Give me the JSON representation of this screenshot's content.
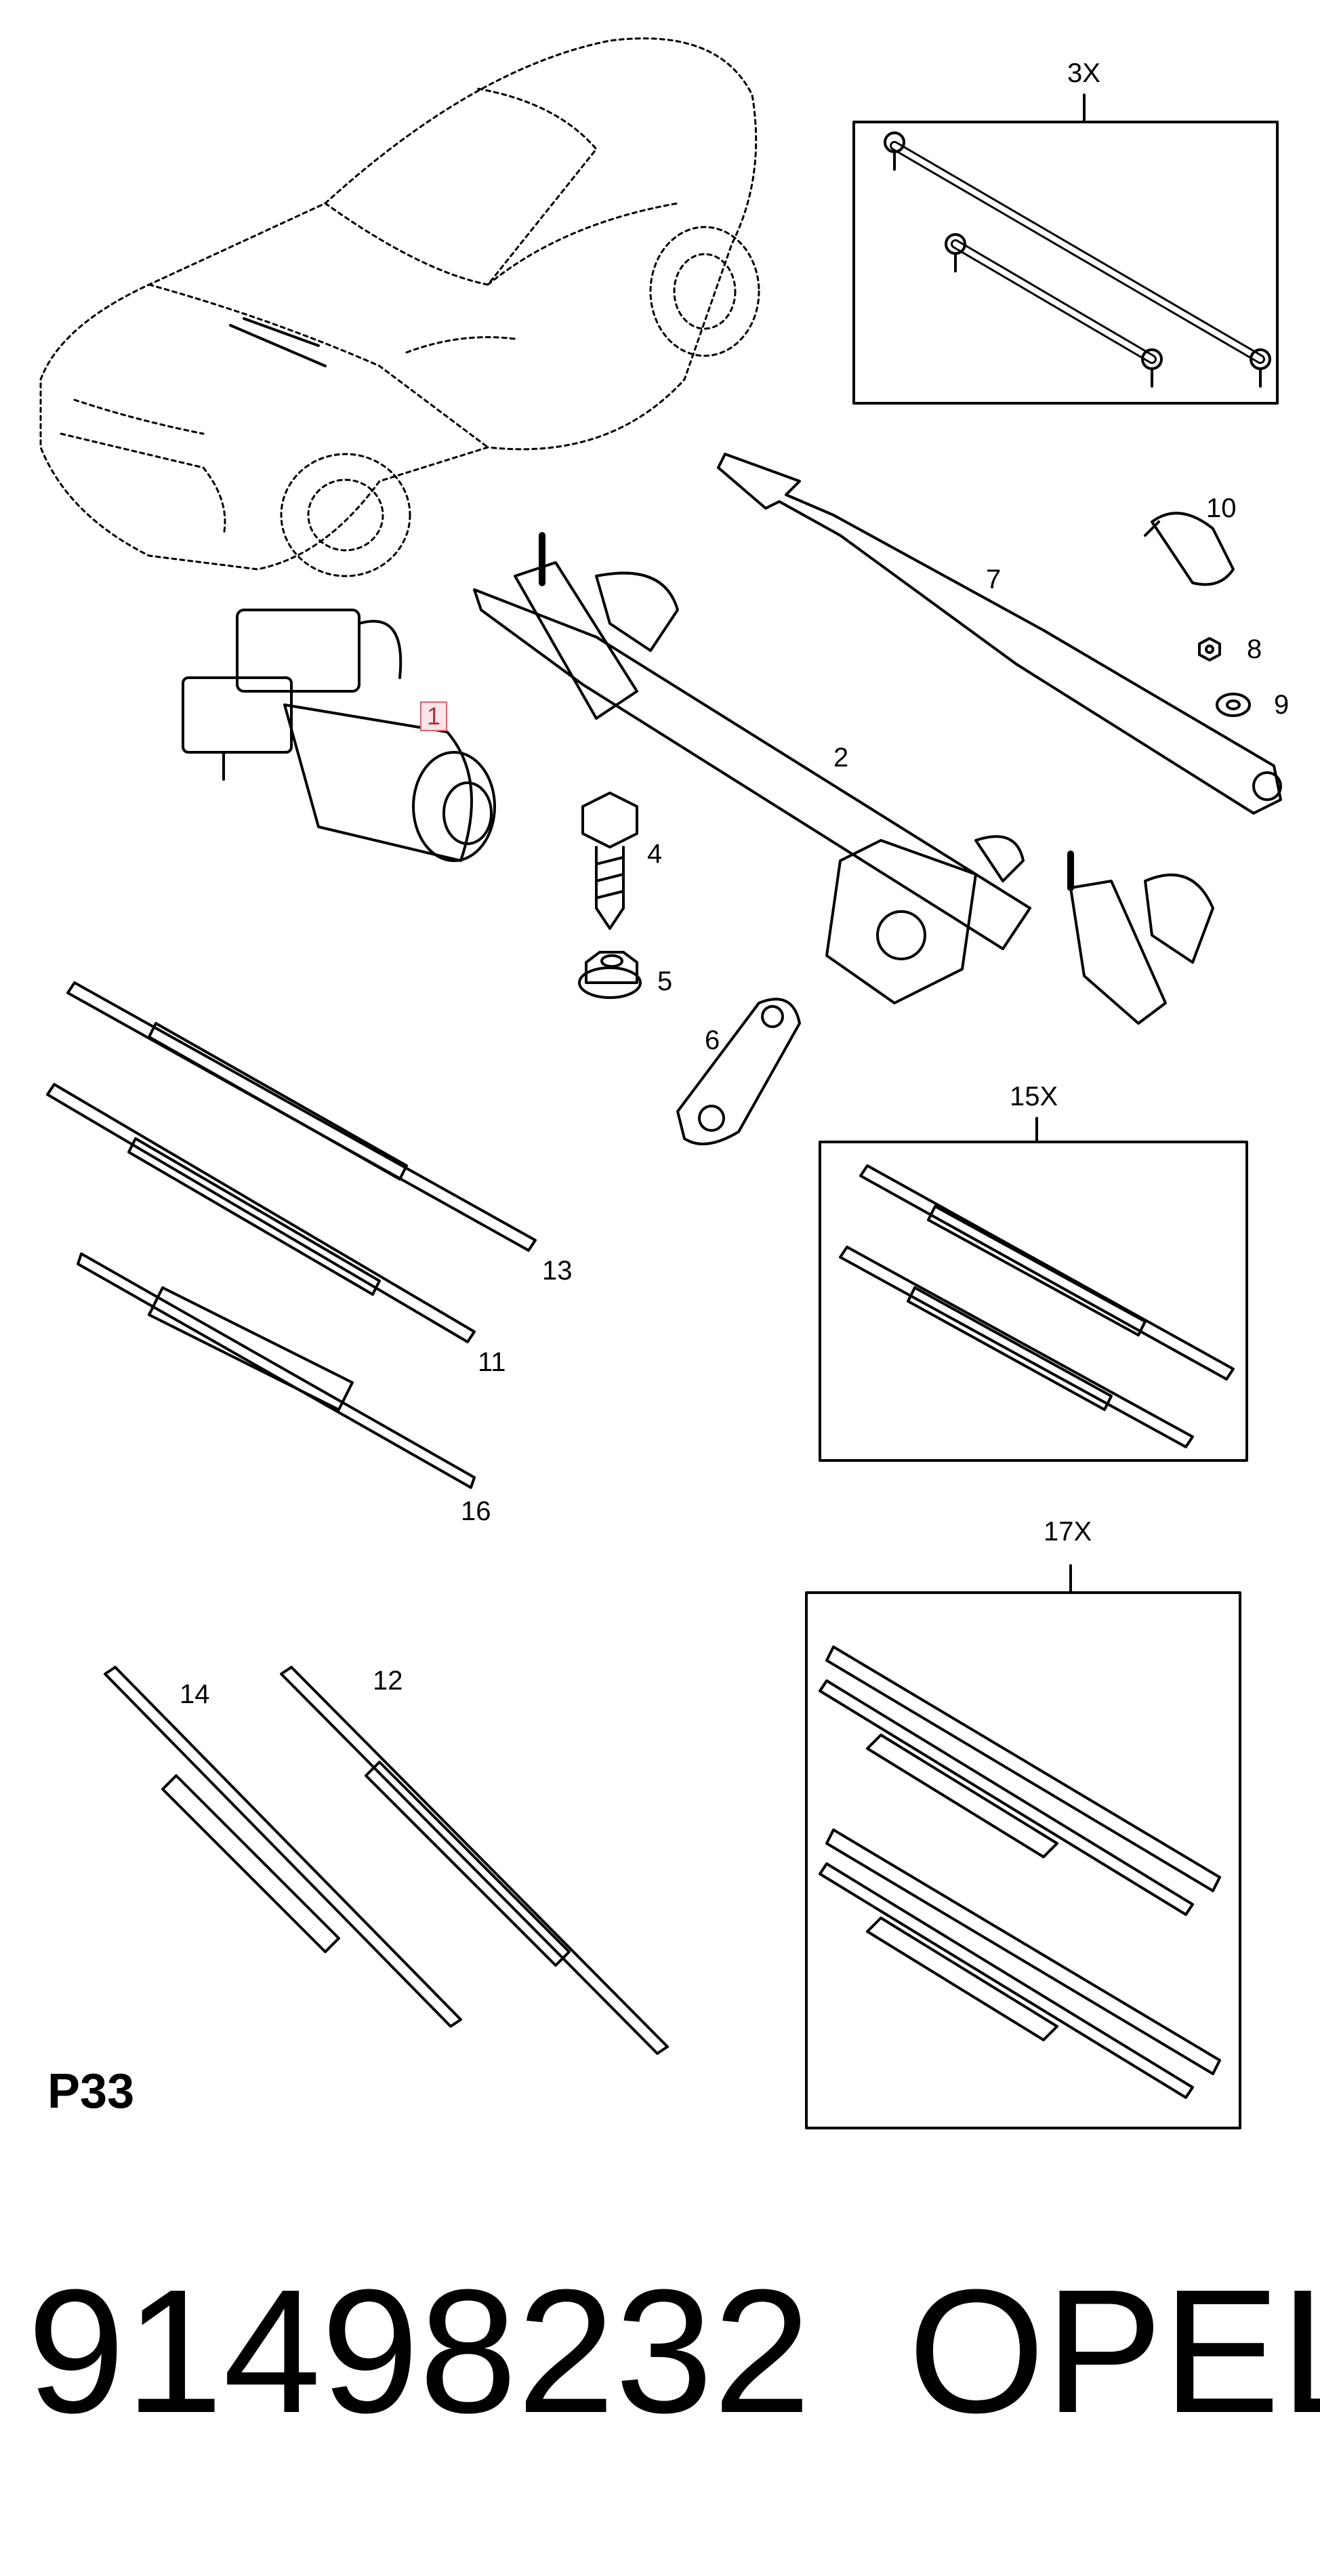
{
  "labels": {
    "set_3x": "3X",
    "p1": "1",
    "p2": "2",
    "p4": "4",
    "p5": "5",
    "p6": "6",
    "p7": "7",
    "p8": "8",
    "p9": "9",
    "p10": "10",
    "p11": "11",
    "p12": "12",
    "p13": "13",
    "p14": "14",
    "p16": "16",
    "set_15x": "15X",
    "set_17x": "17X"
  },
  "page_code": "P33",
  "part_number": "91498232",
  "brand": "OPEL",
  "colors": {
    "line": "#000000",
    "highlight_border": "#e06070",
    "highlight_fill": "#fde6ea"
  }
}
